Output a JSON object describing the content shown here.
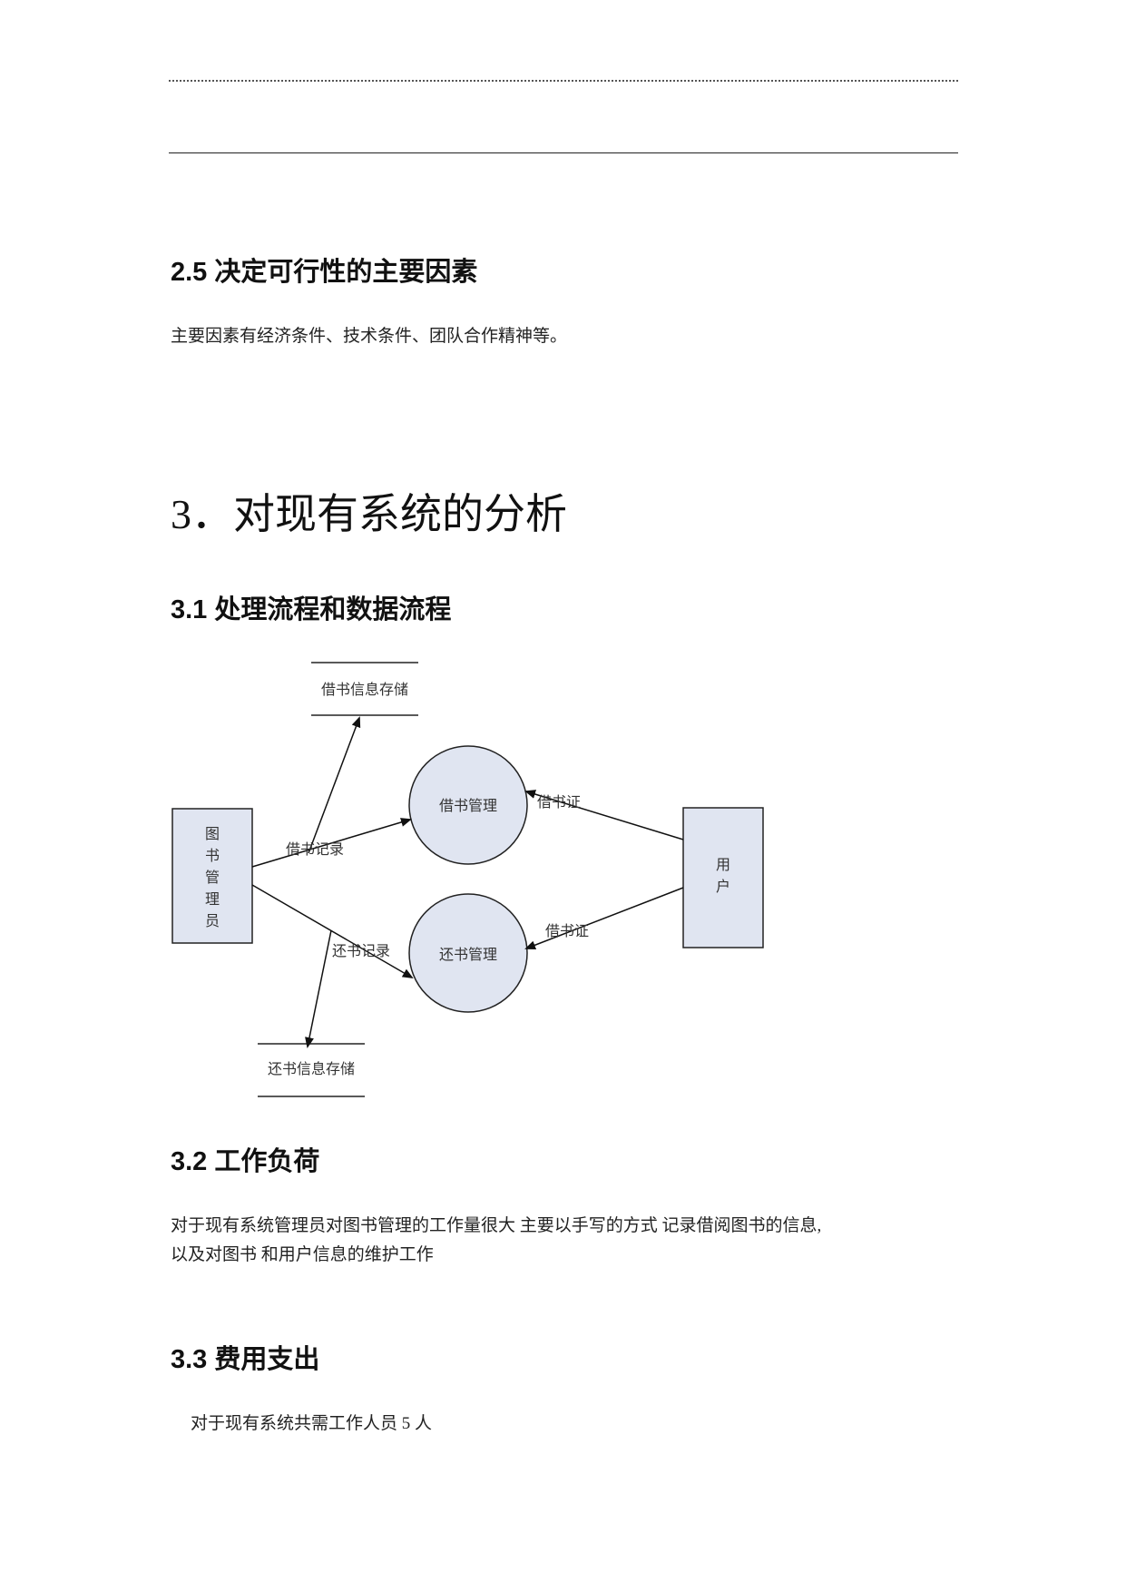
{
  "section_2_5": {
    "heading": "2.5 决定可行性的主要因素",
    "body": "主要因素有经济条件、技术条件、团队合作精神等。"
  },
  "chapter_3": {
    "heading": "3．对现有系统的分析"
  },
  "section_3_1": {
    "heading": "3.1 处理流程和数据流程",
    "diagram": {
      "librarian_label": [
        "图",
        "书",
        "管",
        "理",
        "员"
      ],
      "user_label": [
        "用",
        "户"
      ],
      "borrow_process": "借书管理",
      "return_process": "还书管理",
      "borrow_store": "借书信息存储",
      "return_store": "还书信息存储",
      "borrow_record_flow": "借书记录",
      "return_record_flow": "还书记录",
      "borrow_card_flow_top": "借书证",
      "borrow_card_flow_bottom": "借书证"
    }
  },
  "section_3_2": {
    "heading": "3.2 工作负荷",
    "line1": "对于现有系统管理员对图书管理的工作量很大  主要以手写的方式  记录借阅图书的信息,",
    "line2": "以及对图书  和用户信息的维护工作"
  },
  "section_3_3": {
    "heading": "3.3 费用支出",
    "body": "对于现有系统共需工作人员 5 人"
  }
}
